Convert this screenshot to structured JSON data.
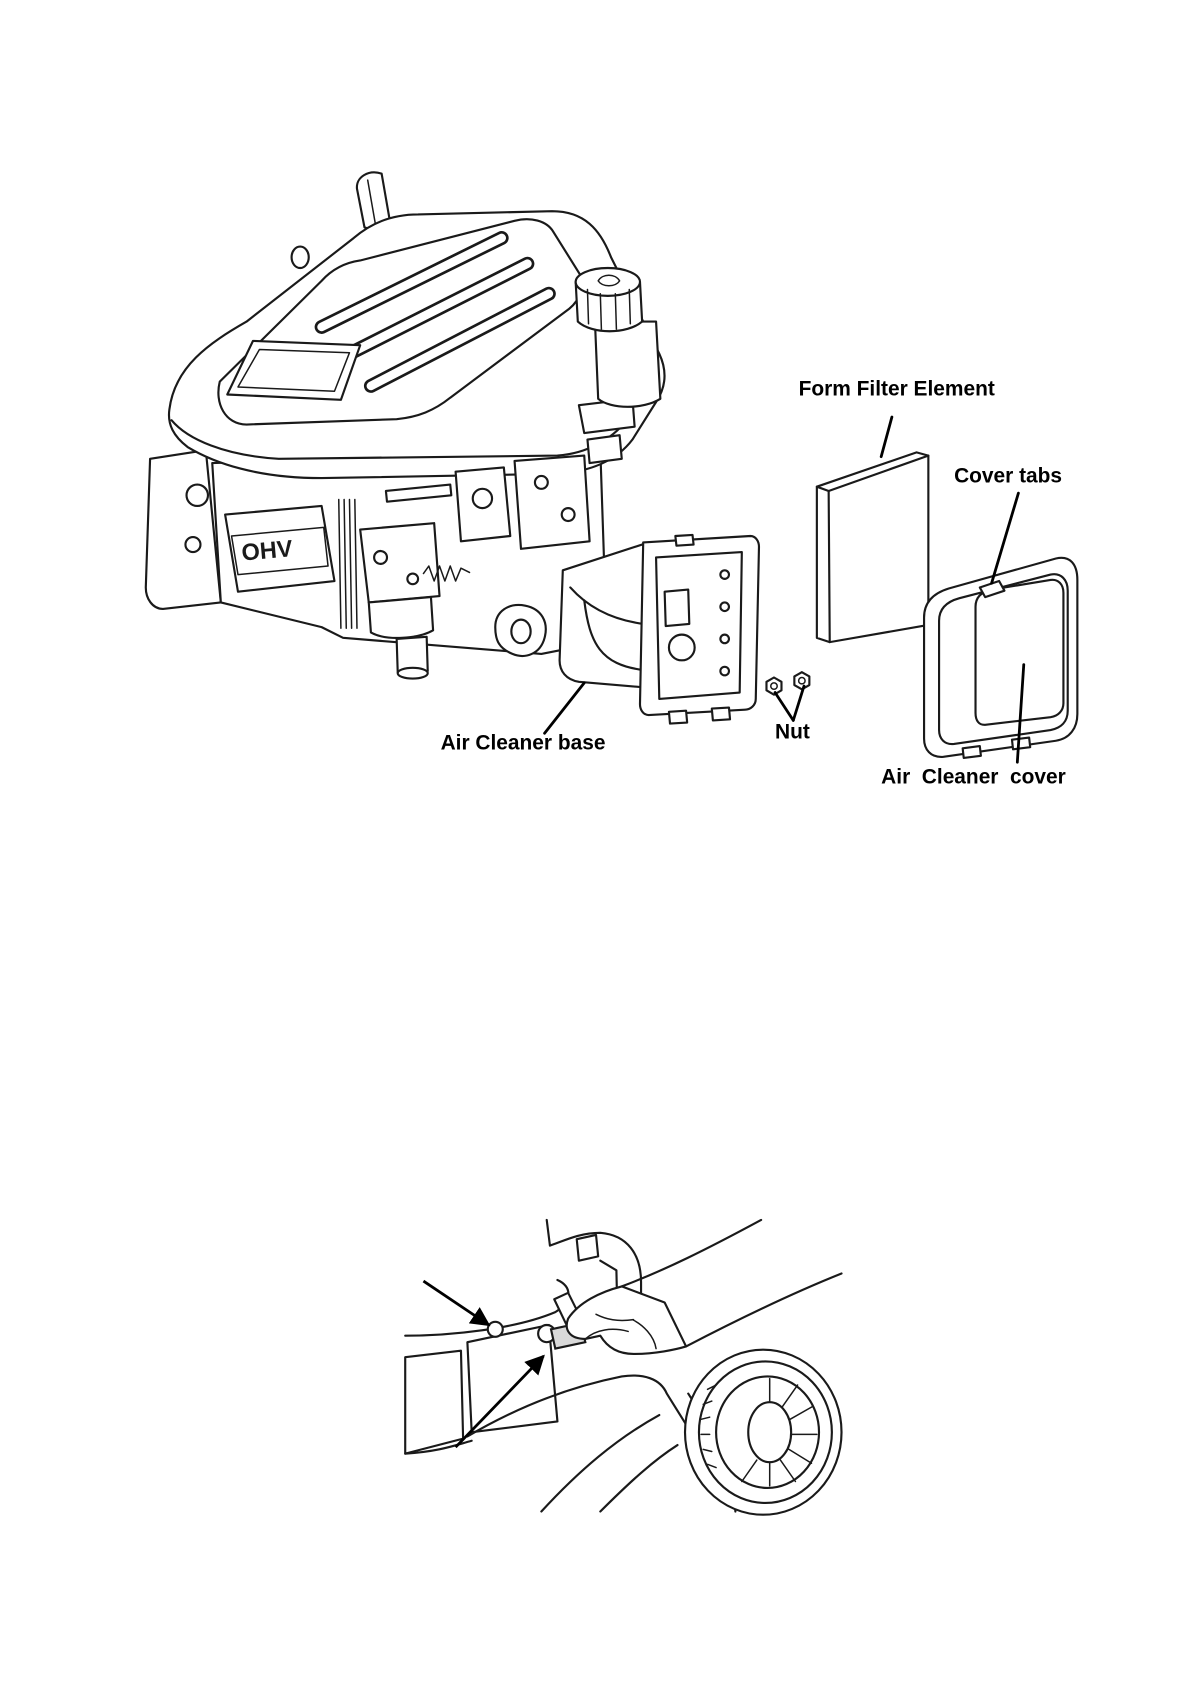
{
  "figure_top": {
    "labels": {
      "form_filter_element": "Form Filter Element",
      "cover_tabs": "Cover tabs",
      "air_cleaner_base": "Air Cleaner base",
      "nut": "Nut",
      "air_cleaner_cover": "Air  Cleaner  cover"
    },
    "engine_badge": "OHV"
  },
  "colors": {
    "line": "#1a1a1a",
    "background": "#ffffff",
    "tab_fill": "#d9d9d9"
  }
}
